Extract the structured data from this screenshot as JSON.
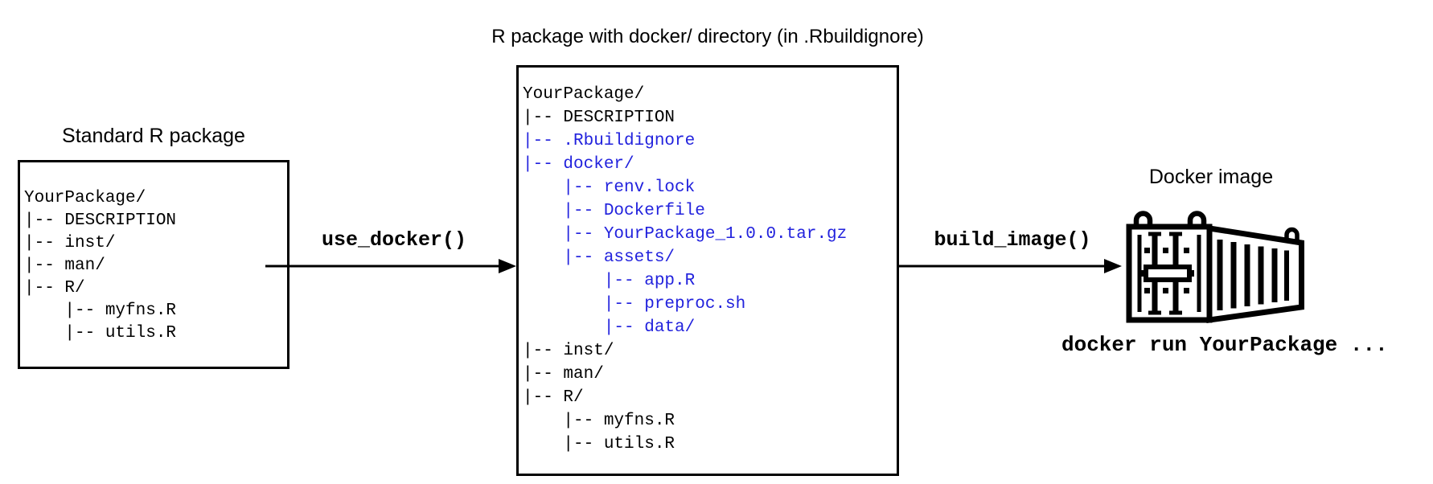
{
  "colors": {
    "ink": "#000000",
    "highlight_blue": "#2222dd",
    "background": "#ffffff"
  },
  "left_panel": {
    "title": "Standard R package",
    "tree": [
      {
        "text": "YourPackage/",
        "highlight": false
      },
      {
        "text": "|-- DESCRIPTION",
        "highlight": false
      },
      {
        "text": "|-- inst/",
        "highlight": false
      },
      {
        "text": "|-- man/",
        "highlight": false
      },
      {
        "text": "|-- R/",
        "highlight": false
      },
      {
        "text": "    |-- myfns.R",
        "highlight": false
      },
      {
        "text": "    |-- utils.R",
        "highlight": false
      }
    ]
  },
  "middle_panel": {
    "title": "R package with docker/ directory (in .Rbuildignore)",
    "tree": [
      {
        "text": "YourPackage/",
        "highlight": false
      },
      {
        "text": "|-- DESCRIPTION",
        "highlight": false
      },
      {
        "text": "|-- .Rbuildignore",
        "highlight": true
      },
      {
        "text": "|-- docker/",
        "highlight": true
      },
      {
        "text": "    |-- renv.lock",
        "highlight": true
      },
      {
        "text": "    |-- Dockerfile",
        "highlight": true
      },
      {
        "text": "    |-- YourPackage_1.0.0.tar.gz",
        "highlight": true
      },
      {
        "text": "    |-- assets/",
        "highlight": true
      },
      {
        "text": "        |-- app.R",
        "highlight": true
      },
      {
        "text": "        |-- preproc.sh",
        "highlight": true
      },
      {
        "text": "        |-- data/",
        "highlight": true
      },
      {
        "text": "|-- inst/",
        "highlight": false
      },
      {
        "text": "|-- man/",
        "highlight": false
      },
      {
        "text": "|-- R/",
        "highlight": false
      },
      {
        "text": "    |-- myfns.R",
        "highlight": false
      },
      {
        "text": "    |-- utils.R",
        "highlight": false
      }
    ]
  },
  "arrows": {
    "use_docker": {
      "label": "use_docker()"
    },
    "build_image": {
      "label": "build_image()"
    }
  },
  "right_panel": {
    "title": "Docker image",
    "icon": "shipping-container-icon",
    "caption": "docker run YourPackage ..."
  }
}
